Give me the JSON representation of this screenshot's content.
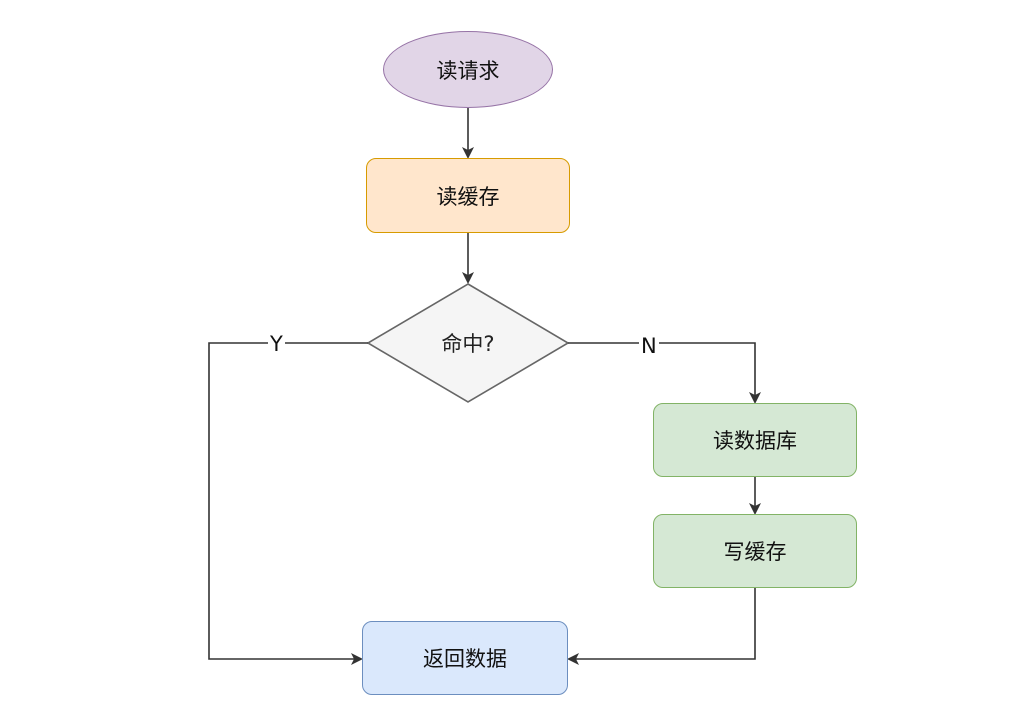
{
  "nodes": {
    "read_request": {
      "label": "读请求",
      "shape": "ellipse",
      "fill": "#e1d5e7",
      "stroke": "#9673a6"
    },
    "read_cache": {
      "label": "读缓存",
      "shape": "rect",
      "fill": "#ffe6cc",
      "stroke": "#d79b00"
    },
    "hit": {
      "label": "命中?",
      "shape": "diamond",
      "fill": "#f5f5f5",
      "stroke": "#666666"
    },
    "read_db": {
      "label": "读数据库",
      "shape": "rect",
      "fill": "#d5e8d4",
      "stroke": "#82b366"
    },
    "write_cache": {
      "label": "写缓存",
      "shape": "rect",
      "fill": "#d5e8d4",
      "stroke": "#82b366"
    },
    "return_data": {
      "label": "返回数据",
      "shape": "rect",
      "fill": "#dae8fc",
      "stroke": "#6c8ebf"
    }
  },
  "edges": [
    {
      "from": "read_request",
      "to": "read_cache",
      "label": ""
    },
    {
      "from": "read_cache",
      "to": "hit",
      "label": ""
    },
    {
      "from": "hit",
      "to": "return_data",
      "label": "Y"
    },
    {
      "from": "hit",
      "to": "read_db",
      "label": "N"
    },
    {
      "from": "read_db",
      "to": "write_cache",
      "label": ""
    },
    {
      "from": "write_cache",
      "to": "return_data",
      "label": ""
    }
  ],
  "colors": {
    "edge": "#333333"
  }
}
